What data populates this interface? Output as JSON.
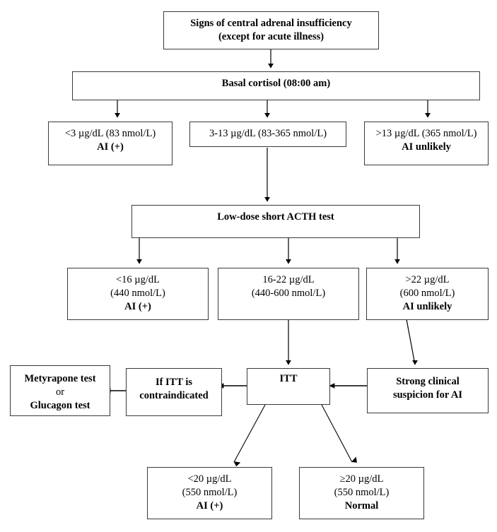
{
  "diagram": {
    "title": "Diagnostic algorithm for central adrenal insufficiency",
    "type": "flowchart",
    "colors": {
      "box_border": "#3a3a3a",
      "background": "#ffffff",
      "text": "#000000",
      "connector": "#000000"
    }
  },
  "nodes": {
    "signs": {
      "line1": "Signs of central adrenal insufficiency",
      "line2": "(except for acute illness)"
    },
    "basal_cortisol": {
      "line1": "Basal cortisol (08:00 am)"
    },
    "cortisol_low": {
      "line1": "<3 µg/dL (83 nmol/L)",
      "line2": "AI (+)"
    },
    "cortisol_mid": {
      "line1": "3-13 µg/dL (83-365 nmol/L)"
    },
    "cortisol_high": {
      "line1": ">13 µg/dL (365 nmol/L)",
      "line2": "AI unlikely"
    },
    "acth_test": {
      "line1": "Low-dose short ACTH test"
    },
    "acth_low": {
      "line1": "<16 µg/dL",
      "line2": "(440 nmol/L)",
      "line3": "AI (+)"
    },
    "acth_mid": {
      "line1": "16-22 µg/dL",
      "line2": "(440-600 nmol/L)"
    },
    "acth_high": {
      "line1": ">22 µg/dL",
      "line2": "(600 nmol/L)",
      "line3": "AI unlikely"
    },
    "alt_tests": {
      "line1": "Metyrapone test",
      "line2": "or",
      "line3": "Glucagon test"
    },
    "itt_contraindicated": {
      "line1": "If ITT is",
      "line2": "contraindicated"
    },
    "itt": {
      "line1": "ITT"
    },
    "strong_suspicion": {
      "line1": "Strong clinical",
      "line2": "suspicion for AI"
    },
    "itt_low": {
      "line1": "<20 µg/dL",
      "line2": "(550 nmol/L)",
      "line3": "AI (+)"
    },
    "itt_normal": {
      "line1": "≥20 µg/dL",
      "line2": "(550 nmol/L)",
      "line3": "Normal"
    }
  }
}
